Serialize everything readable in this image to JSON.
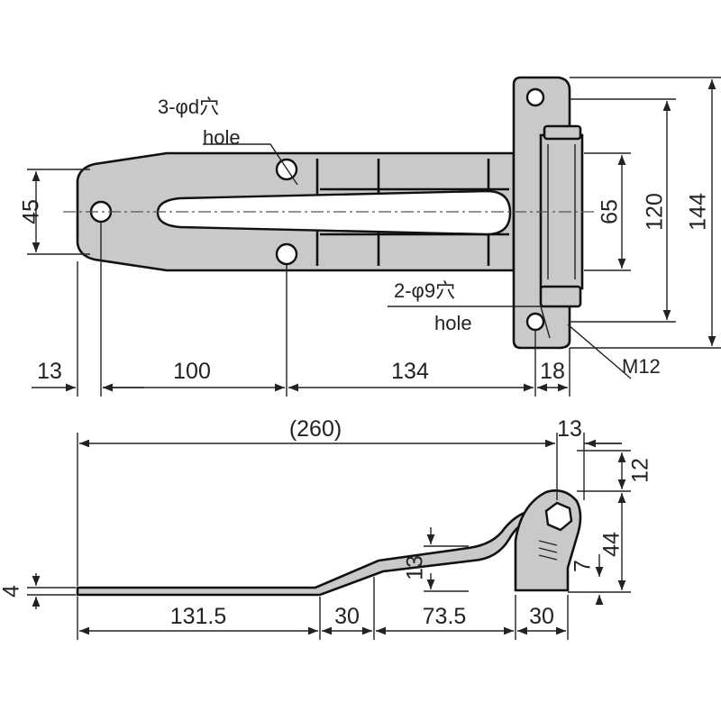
{
  "top_view": {
    "callout_holes_d": "3-φd穴",
    "callout_holes_d_en": "hole",
    "callout_holes_9": "2-φ9穴",
    "callout_holes_9_en": "hole",
    "callout_bolt": "M12",
    "dim_height_slot": "45",
    "dim_bottom": [
      "13",
      "100",
      "134",
      "18"
    ],
    "dim_right": [
      "65",
      "120",
      "144"
    ]
  },
  "side_view": {
    "dim_total": "(260)",
    "dim_top_right": "13",
    "dim_right": [
      "12",
      "44"
    ],
    "dim_small_right": "7",
    "dim_thickness": "4",
    "dim_rise": "13",
    "dim_bottom": [
      "131.5",
      "30",
      "73.5",
      "30"
    ]
  }
}
